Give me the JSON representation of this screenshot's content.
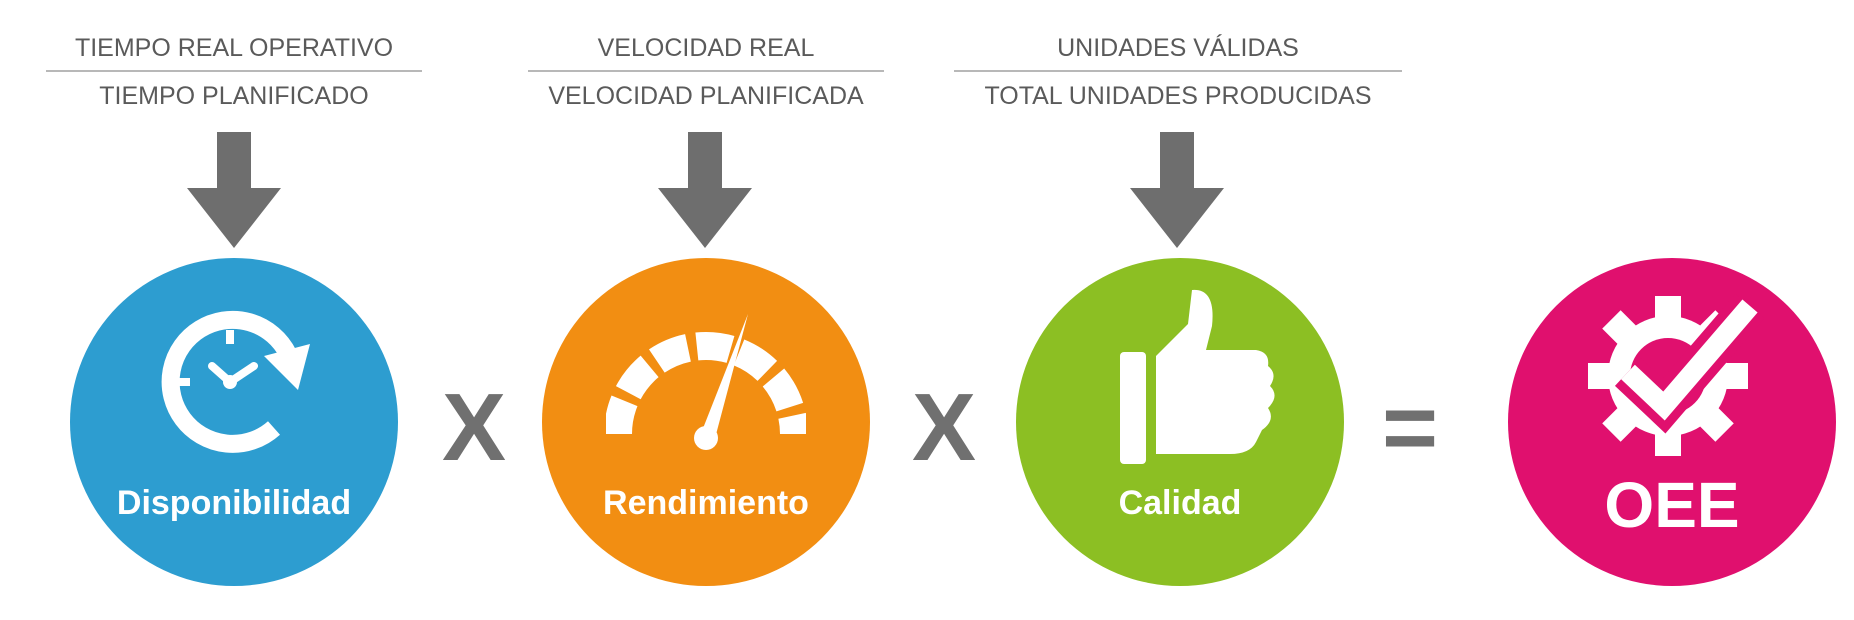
{
  "colors": {
    "disponibilidad": "#2d9dd0",
    "rendimiento": "#f28e12",
    "calidad": "#8cbf23",
    "oee": "#e0106e",
    "arrow": "#6e6e6e",
    "operator": "#707070"
  },
  "factors": [
    {
      "numerator": "TIEMPO REAL OPERATIVO",
      "denominator": "TIEMPO PLANIFICADO",
      "label": "Disponibilidad",
      "icon": "clock-refresh-icon"
    },
    {
      "numerator": "VELOCIDAD REAL",
      "denominator": "VELOCIDAD PLANIFICADA",
      "label": "Rendimiento",
      "icon": "speedometer-icon"
    },
    {
      "numerator": "UNIDADES VÁLIDAS",
      "denominator": "TOTAL UNIDADES PRODUCIDAS",
      "label": "Calidad",
      "icon": "thumbs-up-icon"
    }
  ],
  "operators": [
    "X",
    "X",
    "="
  ],
  "result": {
    "label": "OEE",
    "icon": "gear-check-icon"
  }
}
